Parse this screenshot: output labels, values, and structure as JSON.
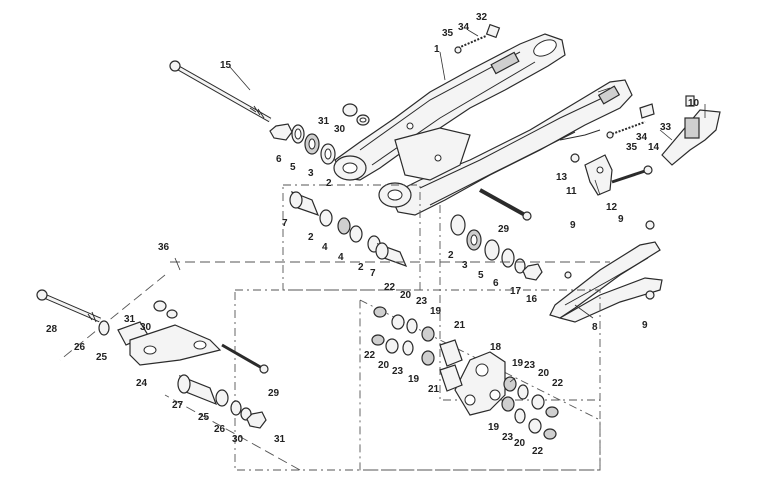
{
  "callouts": [
    {
      "id": "c1",
      "label": "1"
    },
    {
      "id": "c2a",
      "label": "2"
    },
    {
      "id": "c2b",
      "label": "2"
    },
    {
      "id": "c2c",
      "label": "2"
    },
    {
      "id": "c2d",
      "label": "2"
    },
    {
      "id": "c3a",
      "label": "3"
    },
    {
      "id": "c3b",
      "label": "3"
    },
    {
      "id": "c4a",
      "label": "4"
    },
    {
      "id": "c4b",
      "label": "4"
    },
    {
      "id": "c5a",
      "label": "5"
    },
    {
      "id": "c5b",
      "label": "5"
    },
    {
      "id": "c6a",
      "label": "6"
    },
    {
      "id": "c6b",
      "label": "6"
    },
    {
      "id": "c7a",
      "label": "7"
    },
    {
      "id": "c7b",
      "label": "7"
    },
    {
      "id": "c8",
      "label": "8"
    },
    {
      "id": "c9a",
      "label": "9"
    },
    {
      "id": "c9b",
      "label": "9"
    },
    {
      "id": "c9c",
      "label": "9"
    },
    {
      "id": "c10",
      "label": "10"
    },
    {
      "id": "c11",
      "label": "11"
    },
    {
      "id": "c12",
      "label": "12"
    },
    {
      "id": "c13",
      "label": "13"
    },
    {
      "id": "c14",
      "label": "14"
    },
    {
      "id": "c15",
      "label": "15"
    },
    {
      "id": "c16",
      "label": "16"
    },
    {
      "id": "c17",
      "label": "17"
    },
    {
      "id": "c18",
      "label": "18"
    },
    {
      "id": "c19a",
      "label": "19"
    },
    {
      "id": "c19b",
      "label": "19"
    },
    {
      "id": "c19c",
      "label": "19"
    },
    {
      "id": "c19d",
      "label": "19"
    },
    {
      "id": "c20a",
      "label": "20"
    },
    {
      "id": "c20b",
      "label": "20"
    },
    {
      "id": "c20c",
      "label": "20"
    },
    {
      "id": "c20d",
      "label": "20"
    },
    {
      "id": "c21a",
      "label": "21"
    },
    {
      "id": "c21b",
      "label": "21"
    },
    {
      "id": "c22a",
      "label": "22"
    },
    {
      "id": "c22b",
      "label": "22"
    },
    {
      "id": "c22c",
      "label": "22"
    },
    {
      "id": "c22d",
      "label": "22"
    },
    {
      "id": "c23a",
      "label": "23"
    },
    {
      "id": "c23b",
      "label": "23"
    },
    {
      "id": "c23c",
      "label": "23"
    },
    {
      "id": "c23d",
      "label": "23"
    },
    {
      "id": "c24",
      "label": "24"
    },
    {
      "id": "c25a",
      "label": "25"
    },
    {
      "id": "c25b",
      "label": "25"
    },
    {
      "id": "c26a",
      "label": "26"
    },
    {
      "id": "c26b",
      "label": "26"
    },
    {
      "id": "c27",
      "label": "27"
    },
    {
      "id": "c28",
      "label": "28"
    },
    {
      "id": "c29a",
      "label": "29"
    },
    {
      "id": "c29b",
      "label": "29"
    },
    {
      "id": "c30a",
      "label": "30"
    },
    {
      "id": "c30b",
      "label": "30"
    },
    {
      "id": "c30c",
      "label": "30"
    },
    {
      "id": "c31a",
      "label": "31"
    },
    {
      "id": "c31b",
      "label": "31"
    },
    {
      "id": "c31c",
      "label": "31"
    },
    {
      "id": "c32",
      "label": "32"
    },
    {
      "id": "c33",
      "label": "33"
    },
    {
      "id": "c34a",
      "label": "34"
    },
    {
      "id": "c34b",
      "label": "34"
    },
    {
      "id": "c35a",
      "label": "35"
    },
    {
      "id": "c35b",
      "label": "35"
    },
    {
      "id": "c36",
      "label": "36"
    }
  ]
}
